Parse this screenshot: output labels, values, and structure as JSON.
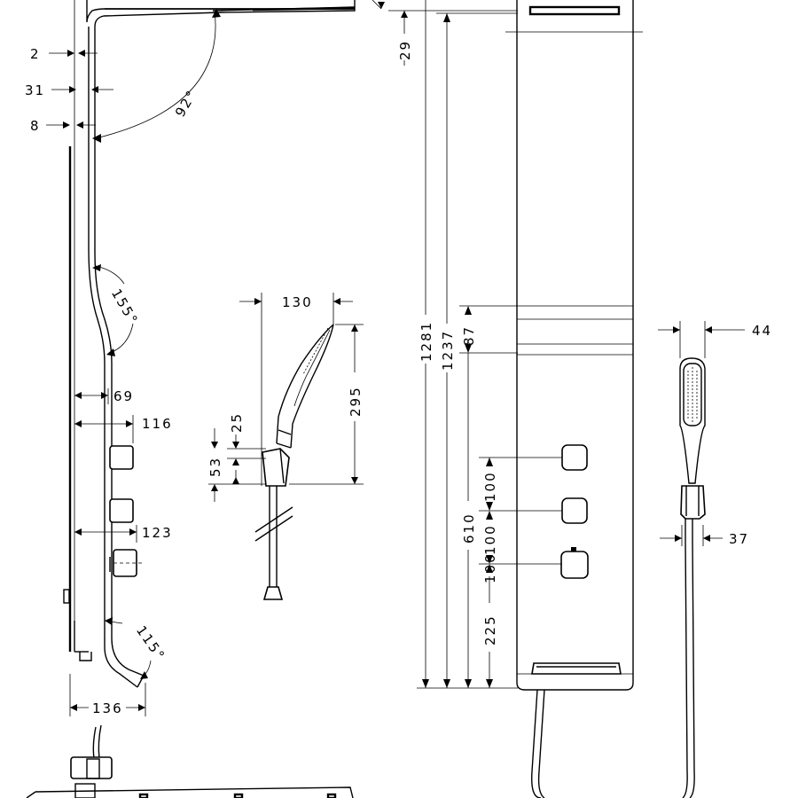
{
  "dims": {
    "d2": "2",
    "d31": "31",
    "d8": "8",
    "a92": "92°",
    "a155": "155°",
    "d69": "69",
    "d116": "116",
    "d123": "123",
    "a115": "115°",
    "d136": "136",
    "d130": "130",
    "d295": "295",
    "d25": "25",
    "d53": "53",
    "d29": "29",
    "d1281": "1281",
    "d1237": "1237",
    "d87": "87",
    "d610": "610",
    "d100a": "100",
    "d100b": "100",
    "d100c": "100",
    "d225": "225",
    "d44": "44",
    "d37": "37"
  }
}
